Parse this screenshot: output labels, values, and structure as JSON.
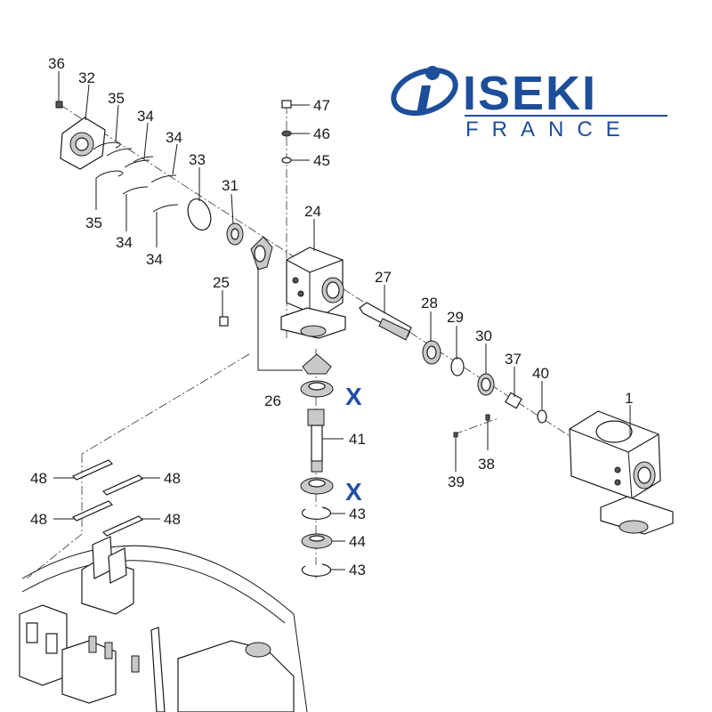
{
  "brand": {
    "name": "ISEKI",
    "sub": "FRANCE",
    "color": "#1d4e9a"
  },
  "accent": {
    "x_mark_color": "#1f4fa8"
  },
  "labels": {
    "n1": "1",
    "n24": "24",
    "n25": "25",
    "n26": "26",
    "n27": "27",
    "n28": "28",
    "n29": "29",
    "n30": "30",
    "n31": "31",
    "n32": "32",
    "n33": "33",
    "n34a": "34",
    "n34b": "34",
    "n34c": "34",
    "n34d": "34",
    "n35a": "35",
    "n35b": "35",
    "n36": "36",
    "n37": "37",
    "n38": "38",
    "n39": "39",
    "n40": "40",
    "n41": "41",
    "n43a": "43",
    "n43b": "43",
    "n44": "44",
    "n45": "45",
    "n46": "46",
    "n47": "47",
    "n48a": "48",
    "n48b": "48",
    "n48c": "48",
    "n48d": "48"
  },
  "x_marks": {
    "upper": "X",
    "lower": "X"
  }
}
